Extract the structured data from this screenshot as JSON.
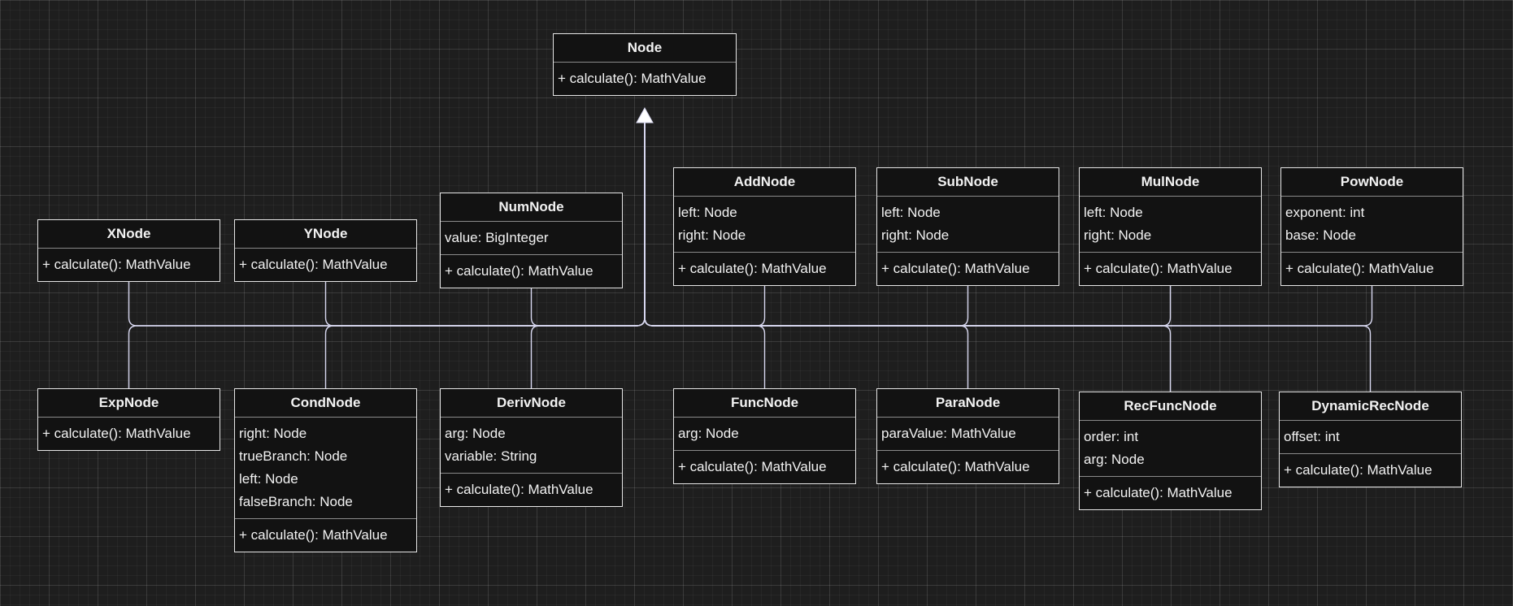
{
  "diagram": {
    "root": {
      "name": "Node",
      "attributes": [],
      "methods": [
        "+ calculate(): MathValue"
      ]
    },
    "classes": [
      {
        "id": "xnode",
        "name": "XNode",
        "attributes": [],
        "methods": [
          "+ calculate(): MathValue"
        ]
      },
      {
        "id": "ynode",
        "name": "YNode",
        "attributes": [],
        "methods": [
          "+ calculate(): MathValue"
        ]
      },
      {
        "id": "numnode",
        "name": "NumNode",
        "attributes": [
          "value: BigInteger"
        ],
        "methods": [
          "+ calculate(): MathValue"
        ]
      },
      {
        "id": "addnode",
        "name": "AddNode",
        "attributes": [
          "left: Node",
          "right: Node"
        ],
        "methods": [
          "+ calculate(): MathValue"
        ]
      },
      {
        "id": "subnode",
        "name": "SubNode",
        "attributes": [
          "left: Node",
          "right: Node"
        ],
        "methods": [
          "+ calculate(): MathValue"
        ]
      },
      {
        "id": "mulnode",
        "name": "MulNode",
        "attributes": [
          "left: Node",
          "right: Node"
        ],
        "methods": [
          "+ calculate(): MathValue"
        ]
      },
      {
        "id": "pownode",
        "name": "PowNode",
        "attributes": [
          "exponent: int",
          "base: Node"
        ],
        "methods": [
          "+ calculate(): MathValue"
        ]
      },
      {
        "id": "expnode",
        "name": "ExpNode",
        "attributes": [],
        "methods": [
          "+ calculate(): MathValue"
        ]
      },
      {
        "id": "condnode",
        "name": "CondNode",
        "attributes": [
          "right: Node",
          "trueBranch: Node",
          "left: Node",
          "falseBranch: Node"
        ],
        "methods": [
          "+ calculate(): MathValue"
        ]
      },
      {
        "id": "derivnode",
        "name": "DerivNode",
        "attributes": [
          "arg: Node",
          "variable: String"
        ],
        "methods": [
          "+ calculate(): MathValue"
        ]
      },
      {
        "id": "funcnode",
        "name": "FuncNode",
        "attributes": [
          "arg: Node"
        ],
        "methods": [
          "+ calculate(): MathValue"
        ]
      },
      {
        "id": "paranode",
        "name": "ParaNode",
        "attributes": [
          "paraValue: MathValue"
        ],
        "methods": [
          "+ calculate(): MathValue"
        ]
      },
      {
        "id": "recfuncnode",
        "name": "RecFuncNode",
        "attributes": [
          "order: int",
          "arg: Node"
        ],
        "methods": [
          "+ calculate(): MathValue"
        ]
      },
      {
        "id": "dynamicrecnode",
        "name": "DynamicRecNode",
        "attributes": [
          "offset: int"
        ],
        "methods": [
          "+ calculate(): MathValue"
        ]
      }
    ],
    "colors": {
      "background": "#1e1e1e",
      "box_fill": "#121212",
      "box_border": "#e6e6e6",
      "connector": "#d8d8f0",
      "text": "#f2f2f2"
    }
  }
}
